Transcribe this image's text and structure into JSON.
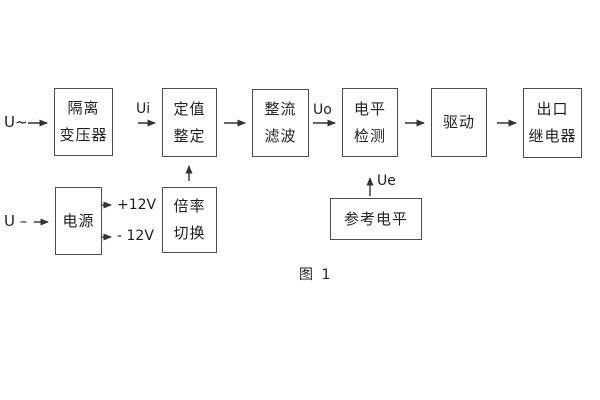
{
  "figure": {
    "caption": "图 1"
  },
  "signals": {
    "ac_input": "U~",
    "dc_input": "U –",
    "ui": "Ui",
    "uo": "Uo",
    "ue": "Ue",
    "plus_12v": "+12V",
    "minus_12v": "- 12V"
  },
  "blocks": [
    {
      "name": "isolation-transformer",
      "lines": [
        "隔离",
        "变压器"
      ]
    },
    {
      "name": "setting-adjustment",
      "lines": [
        "定值",
        "整定"
      ]
    },
    {
      "name": "rectifier-filter",
      "lines": [
        "整流",
        "滤波"
      ]
    },
    {
      "name": "level-detection",
      "lines": [
        "电平",
        "检测"
      ]
    },
    {
      "name": "drive",
      "lines": [
        "驱动"
      ]
    },
    {
      "name": "output-relay",
      "lines": [
        "出口",
        "继电器"
      ]
    },
    {
      "name": "power-supply",
      "lines": [
        "电源"
      ]
    },
    {
      "name": "ratio-switch",
      "lines": [
        "倍率",
        "切换"
      ]
    },
    {
      "name": "reference-level",
      "lines": [
        "参考电平"
      ]
    }
  ],
  "colors": {
    "border": "#4d4d4d",
    "text": "#1f1f1f",
    "arrow": "#333333",
    "background": "#ffffff"
  }
}
